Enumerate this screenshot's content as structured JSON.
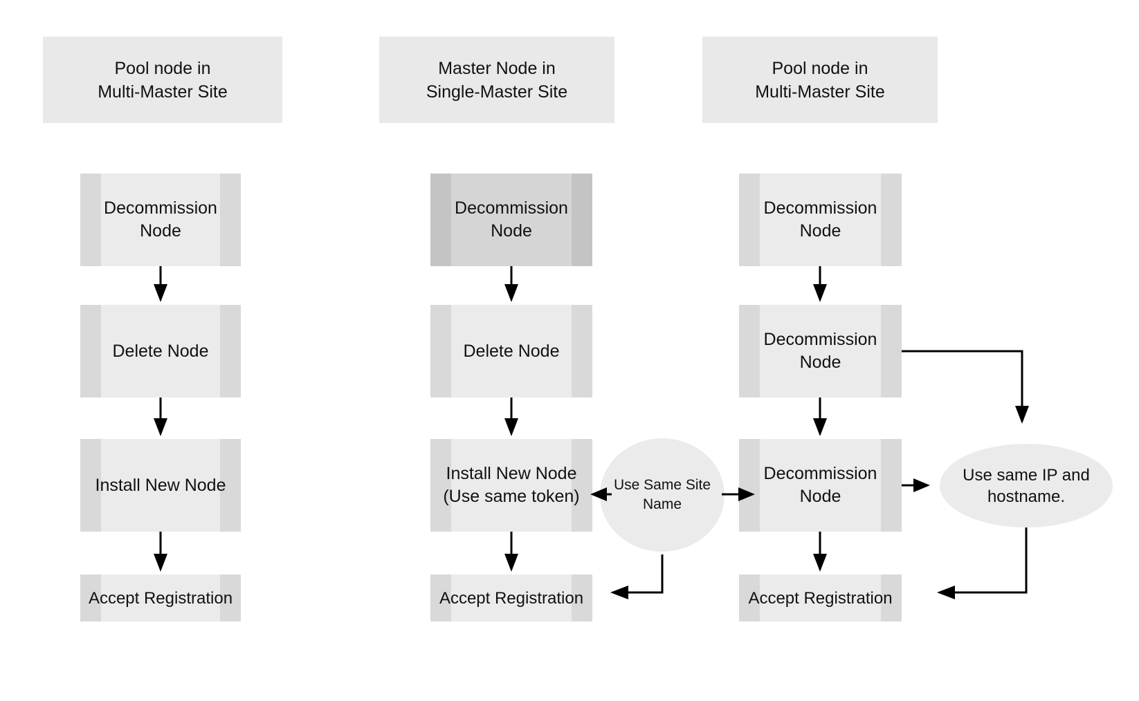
{
  "colors": {
    "header_fill": "#e9e9e9",
    "box_fill": "#ebebeb",
    "box_bar": "#d9d9d9",
    "box_dark_fill": "#d5d5d5",
    "box_dark_bar": "#c4c4c4",
    "shape_fill": "#ebebeb",
    "text": "#111111",
    "arrow": "#000000"
  },
  "headers": [
    {
      "line1": "Pool node in",
      "line2": "Multi-Master Site"
    },
    {
      "line1": "Master Node in",
      "line2": "Single-Master Site"
    },
    {
      "line1": "Pool node in",
      "line2": "Multi-Master Site"
    }
  ],
  "columns": [
    {
      "id": "left",
      "nodes": [
        {
          "label": "Decommission Node"
        },
        {
          "label": "Delete Node"
        },
        {
          "label": "Install New Node"
        },
        {
          "label": "Accept Registration"
        }
      ]
    },
    {
      "id": "middle",
      "nodes": [
        {
          "label": "Decommission Node"
        },
        {
          "label": "Delete Node"
        },
        {
          "label": "Install New Node (Use same token)"
        },
        {
          "label": "Accept Registration"
        }
      ]
    },
    {
      "id": "right",
      "nodes": [
        {
          "label": "Decommission Node"
        },
        {
          "label": "Decommission Node"
        },
        {
          "label": "Decommission Node"
        },
        {
          "label": "Accept Registration"
        }
      ]
    }
  ],
  "annotations": [
    {
      "shape": "circle",
      "label": "Use Same Site Name"
    },
    {
      "shape": "ellipse",
      "label": "Use same IP and hostname."
    }
  ]
}
